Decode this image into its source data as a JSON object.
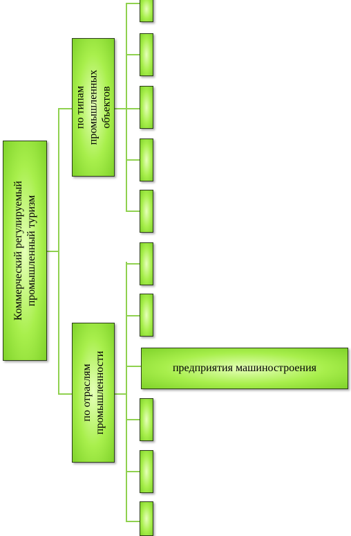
{
  "root": {
    "lines": [
      "Коммерческий регулируемый",
      "промышленный туризм"
    ]
  },
  "branches": [
    {
      "lines": [
        "по типам",
        "промышленных",
        "объектов"
      ]
    },
    {
      "lines": [
        "по отраслям",
        "промышленности"
      ]
    }
  ],
  "highlighted_leaf": {
    "label": "предприятия машиностроения"
  },
  "colors": {
    "box_fill": "#a8ef4c",
    "connector": "#8fd14f",
    "border": "#2b3b1a"
  }
}
